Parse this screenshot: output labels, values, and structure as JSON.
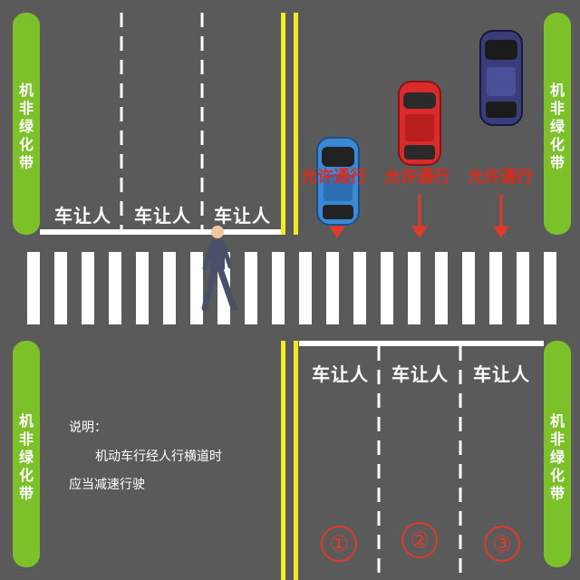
{
  "green_belt_label": "机非绿化带",
  "yield_label": "车让人",
  "allow_label": "允许通行",
  "note": {
    "title": "说明：",
    "line1": "机动车行经人行横道时",
    "line2": "应当减速行驶"
  },
  "lane_numbers": [
    "①",
    "②",
    "③"
  ],
  "colors": {
    "road": "#5a5a5a",
    "green_belt": "#7cc12a",
    "yellow_line": "#f4ec23",
    "crosswalk": "#ffffff",
    "marker_red": "#e03a2a"
  },
  "cars": [
    {
      "color": "blue",
      "name": "blue-car"
    },
    {
      "color": "red",
      "name": "red-car"
    },
    {
      "color": "dark-blue",
      "name": "dark-car"
    }
  ]
}
